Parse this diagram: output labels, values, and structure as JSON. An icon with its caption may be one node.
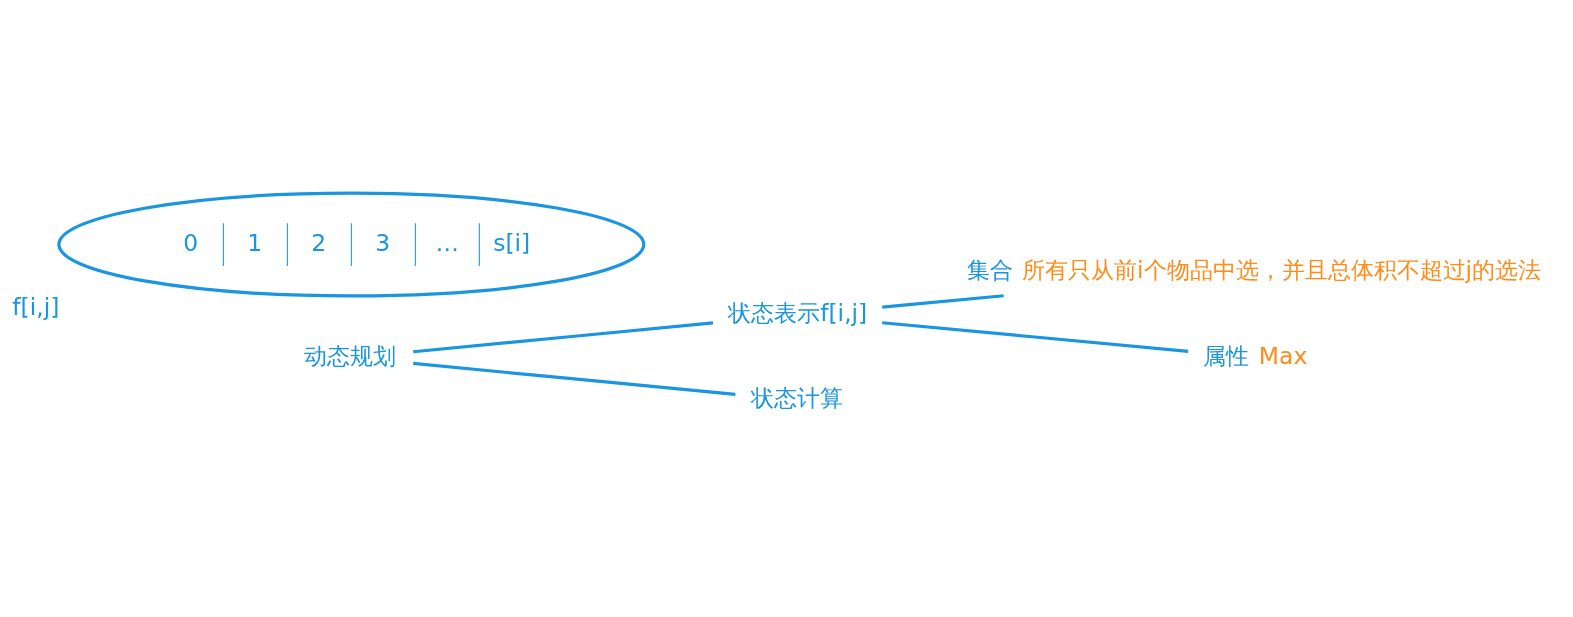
{
  "diagram": {
    "nodes": [
      {
        "text": [
          "动态规划"
        ]
      },
      {
        "text": [
          "状态表示f[i,j]"
        ]
      },
      {
        "text": [
          "状态计算"
        ]
      },
      {
        "text": [
          "集合"
        ],
        "beside": [
          "所有只从前i个物品中选，并且总体积不超过j的选法"
        ]
      },
      {
        "text": [
          "属性"
        ],
        "beside": [
          "Max"
        ]
      },
      {
        "text": [
          "f[i,j]",
          "0",
          "1",
          "2",
          "3",
          "…",
          "s[i]"
        ]
      }
    ],
    "edges": [
      {
        "from": 0,
        "to": 1,
        "arrow": "none"
      },
      {
        "from": 0,
        "to": 2,
        "arrow": "none"
      },
      {
        "from": 1,
        "to": 3,
        "arrow": "none"
      },
      {
        "from": 1,
        "to": 4,
        "arrow": "none"
      }
    ]
  }
}
